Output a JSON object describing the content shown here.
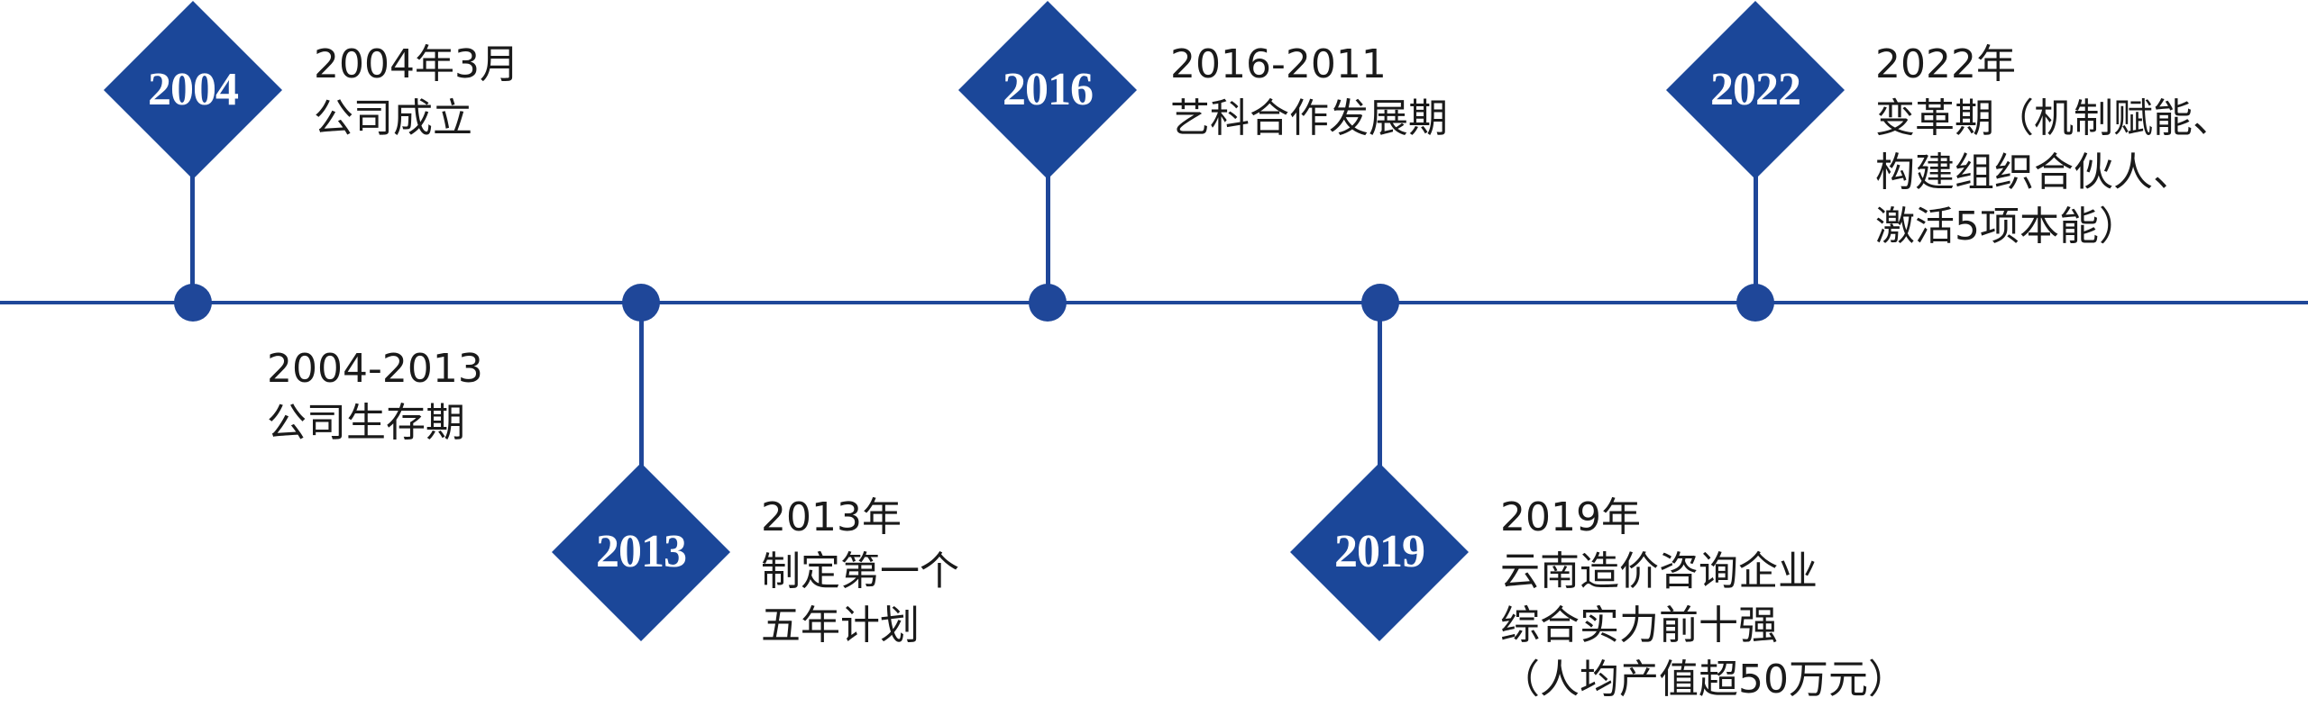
{
  "colors": {
    "accent": "#1f4799",
    "text": "#1a1a1a",
    "badge_text": "#ffffff"
  },
  "milestones": [
    {
      "badge": "2004",
      "lines": [
        "2004年3月",
        "公司成立"
      ]
    },
    {
      "badge": "",
      "lines": [
        "2004-2013",
        "公司生存期"
      ]
    },
    {
      "badge": "2013",
      "lines": [
        "2013年",
        "制定第一个",
        "五年计划"
      ]
    },
    {
      "badge": "2016",
      "lines": [
        "2016-2011",
        "艺科合作发展期"
      ]
    },
    {
      "badge": "2019",
      "lines": [
        "2019年",
        "云南造价咨询企业",
        "综合实力前十强",
        "（人均产值超50万元）"
      ]
    },
    {
      "badge": "2022",
      "lines": [
        "2022年",
        "变革期（机制赋能、",
        "构建组织合伙人、",
        "激活5项本能）"
      ]
    }
  ]
}
